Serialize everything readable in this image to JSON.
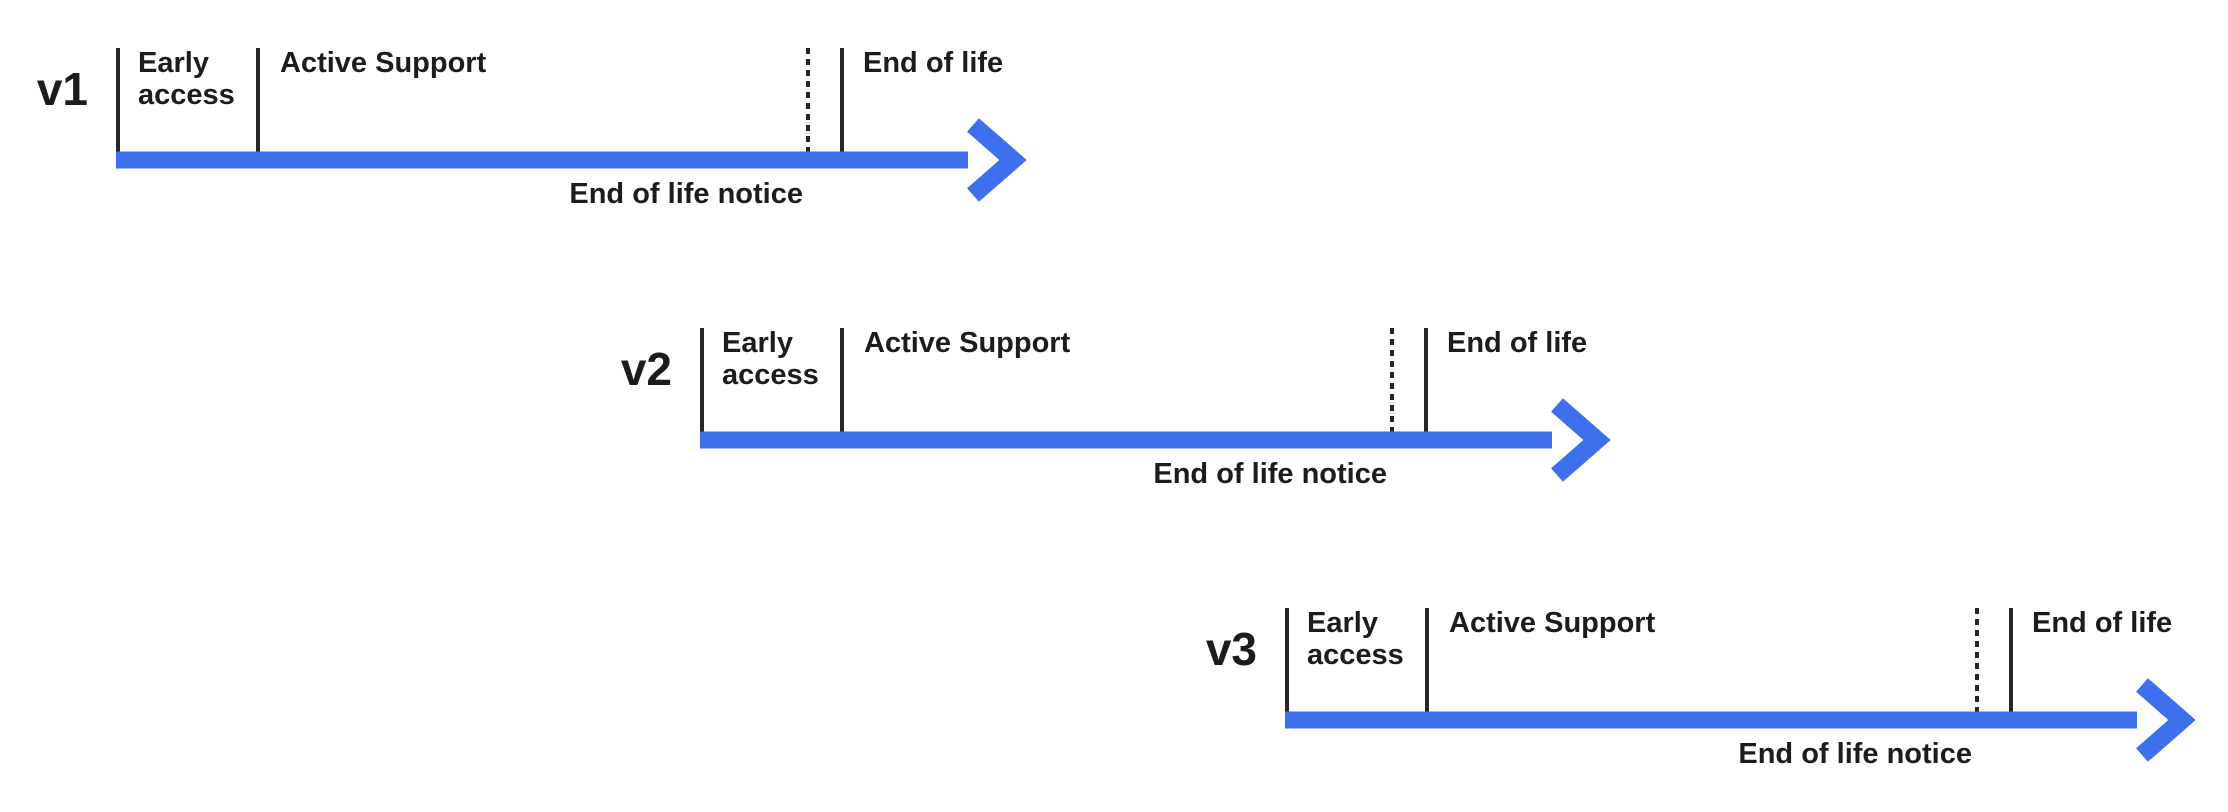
{
  "diagram": {
    "description": "Release lifecycle timelines",
    "timelines": [
      {
        "version": "v1",
        "phases": {
          "early_access": "Early access",
          "active_support": "Active Support",
          "end_of_life": "End of life",
          "end_of_life_notice": "End of life notice"
        }
      },
      {
        "version": "v2",
        "phases": {
          "early_access": "Early access",
          "active_support": "Active Support",
          "end_of_life": "End of life",
          "end_of_life_notice": "End of life notice"
        }
      },
      {
        "version": "v3",
        "phases": {
          "early_access": "Early access",
          "active_support": "Active Support",
          "end_of_life": "End of life",
          "end_of_life_notice": "End of life notice"
        }
      }
    ],
    "colors": {
      "arrow": "#3E6FED",
      "text": "#1B1C1E",
      "tick": "#26272B"
    }
  }
}
